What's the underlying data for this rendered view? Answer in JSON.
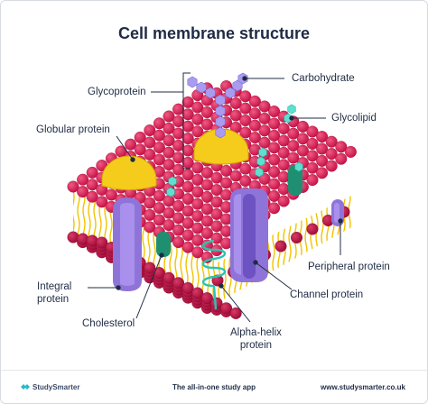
{
  "title": "Cell membrane structure",
  "labels": {
    "carbohydrate": "Carbohydrate",
    "glycoprotein": "Glycoprotein",
    "glycolipid": "Glycolipid",
    "globular_protein": "Globular protein",
    "integral_protein": "Integral\nprotein",
    "peripheral_protein": "Peripheral protein",
    "channel_protein": "Channel protein",
    "cholesterol": "Cholesterol",
    "alpha_helix_protein": "Alpha-helix\nprotein"
  },
  "footer": {
    "brand": "StudySmarter",
    "tagline": "The all-in-one study app",
    "website": "www.studysmarter.co.uk"
  },
  "colors": {
    "phospholipid_head": "#d5154e",
    "lipid_tail": "#f2c300",
    "globular_protein": "#f5cb1c",
    "integral_protein": "#9a7fe0",
    "carbohydrate": "#a99cf0",
    "glycolipid_chain": "#5de0d0",
    "cholesterol": "#1f8f72",
    "alpha_helix": "#2ac4b0",
    "text": "#1f2b45"
  }
}
